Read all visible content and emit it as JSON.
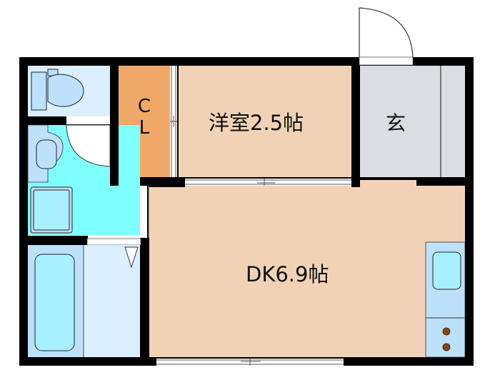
{
  "floor_plan": {
    "rooms": [
      {
        "id": "western-room",
        "label": "洋室2.5帖",
        "type": "洋室",
        "size_jo": 2.5
      },
      {
        "id": "dining-kitchen",
        "label": "DK6.9帖",
        "type": "DK",
        "size_jo": 6.9
      },
      {
        "id": "closet",
        "label_line1": "C",
        "label_line2": "L",
        "type": "CL"
      },
      {
        "id": "entrance",
        "label": "玄",
        "type": "玄関"
      },
      {
        "id": "toilet",
        "label": "",
        "type": "toilet"
      },
      {
        "id": "washroom",
        "label": "",
        "type": "washroom"
      },
      {
        "id": "bathroom",
        "label": "",
        "type": "bath"
      }
    ],
    "colors": {
      "wall": "#000000",
      "western_room": "#f2d2b6",
      "dk": "#f2d2b6",
      "closet": "#f0a868",
      "entrance": "#dcdde2",
      "toilet": "#dcefff",
      "washroom": "#80ffff",
      "bath": "#bde0fb",
      "bath_floor": "#dcefff",
      "kitchen_counter": "#bde0fb",
      "sink": "#a8f0ff",
      "stove_burner": "#8b4513"
    }
  }
}
